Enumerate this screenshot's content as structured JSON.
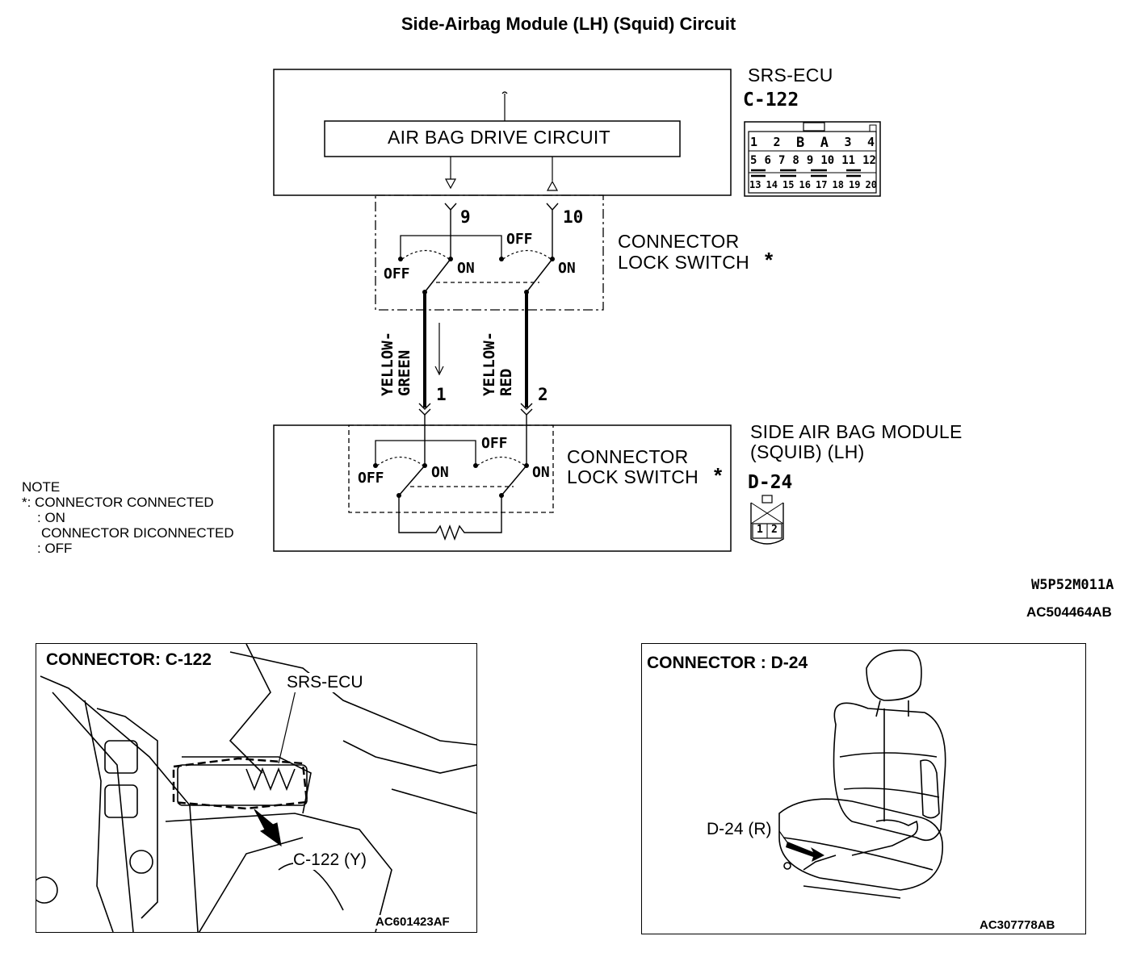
{
  "title": "Side-Airbag Module (LH) (Squid) Circuit",
  "ecu": {
    "name": "SRS-ECU",
    "connector": "C-122",
    "drive_circuit": "AIR BAG DRIVE CIRCUIT",
    "pin_rows": [
      [
        "1",
        "2",
        "B",
        "A",
        "3",
        "4"
      ],
      [
        "5",
        "6",
        "7",
        "8",
        "9",
        "10",
        "11",
        "12"
      ],
      [
        "13",
        "14",
        "15",
        "16",
        "17",
        "18",
        "19",
        "20"
      ]
    ],
    "terminal_a": "9",
    "terminal_b": "10"
  },
  "lock_switch_label": "CONNECTOR\nLOCK SWITCH",
  "lock_switch_top_line1": "CONNECTOR",
  "lock_switch_top_line2": "LOCK SWITCH",
  "lock_switch_bottom_line1": "CONNECTOR",
  "lock_switch_bottom_line2": "LOCK SWITCH",
  "asterisk": "*",
  "off_label": "OFF",
  "on_label": "ON",
  "wires": [
    {
      "color_line1": "YELLOW-",
      "color_line2": "GREEN",
      "terminal": "1"
    },
    {
      "color_line1": "YELLOW-",
      "color_line2": "RED",
      "terminal": "2"
    }
  ],
  "module": {
    "name_line1": "SIDE AIR BAG MODULE",
    "name_line2": "(SQUIB) (LH)",
    "connector": "D-24",
    "pins": [
      "1",
      "2"
    ]
  },
  "note": {
    "heading": "NOTE",
    "line1": "*: CONNECTOR CONNECTED",
    "line2": ": ON",
    "line3": "CONNECTOR DICONNECTED",
    "line4": ": OFF"
  },
  "codes": {
    "diagram_code": "W5P52M011A",
    "diagram_ref": "AC504464AB"
  },
  "photo_left": {
    "header": "CONNECTOR: C-122",
    "label_ecu": "SRS-ECU",
    "label_connector": "C-122 (Y)",
    "ref": "AC601423AF"
  },
  "photo_right": {
    "header": "CONNECTOR : D-24",
    "label_connector": "D-24 (R)",
    "ref": "AC307778AB"
  }
}
